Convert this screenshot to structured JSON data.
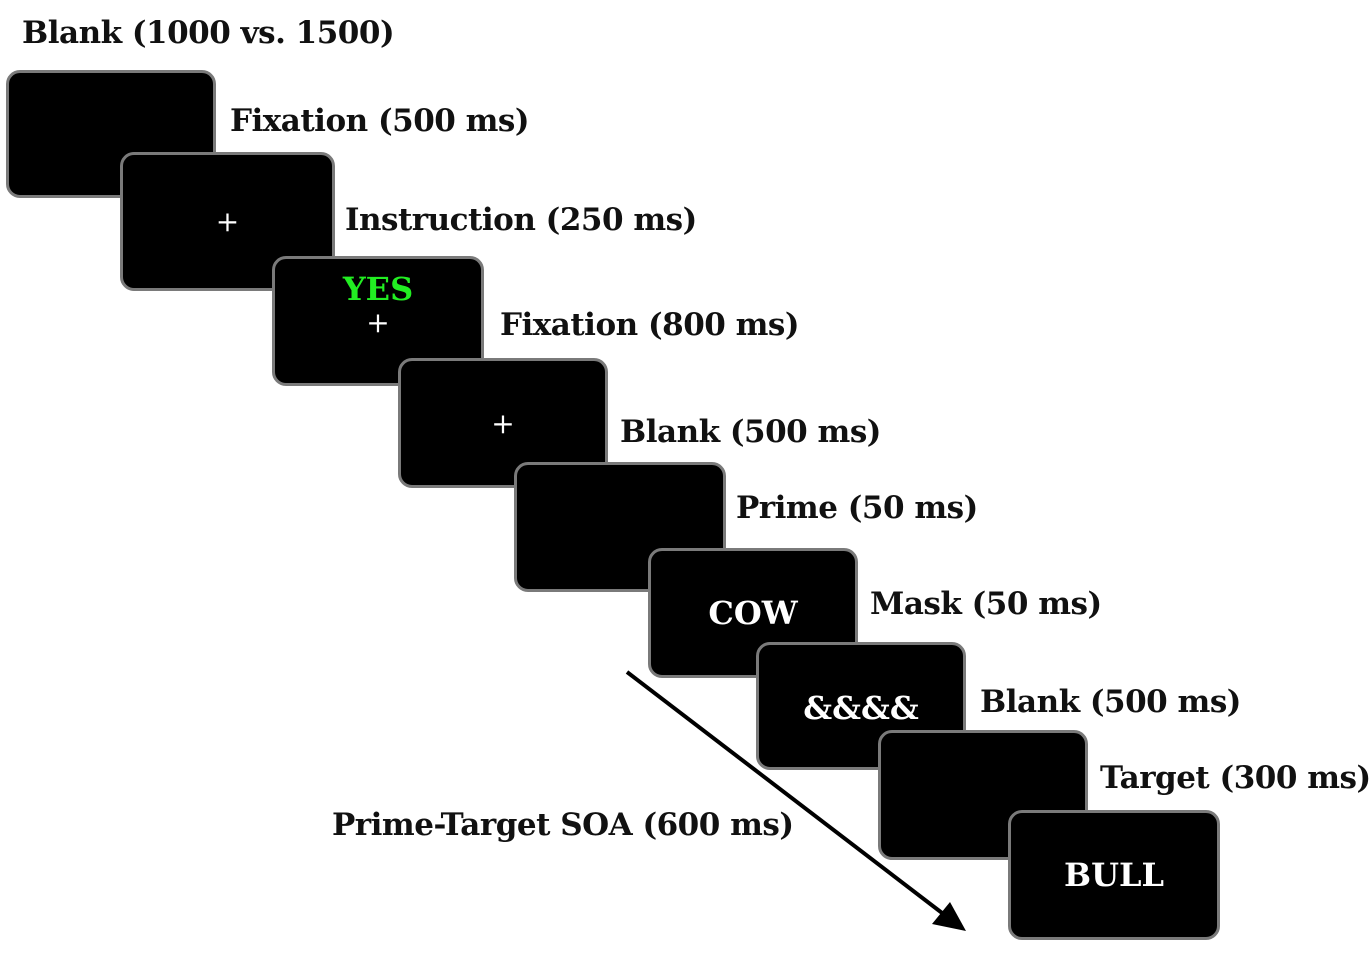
{
  "colors": {
    "screen_fill": "#000000",
    "screen_border": "#7a7a7a",
    "instruction_color": "#22ee22",
    "stimulus_color": "#ffffff",
    "label_color": "#111111"
  },
  "steps": [
    {
      "label": "Blank (1000 vs. 1500)",
      "stimulus": ""
    },
    {
      "label": "Fixation (500 ms)",
      "stimulus": "+"
    },
    {
      "label": "Instruction (250 ms)",
      "instruction": "YES",
      "stimulus": "+"
    },
    {
      "label": "Fixation (800 ms)",
      "stimulus": "+"
    },
    {
      "label": "Blank (500 ms)",
      "stimulus": ""
    },
    {
      "label": "Prime (50 ms)",
      "stimulus": "COW"
    },
    {
      "label": "Mask (50 ms)",
      "stimulus": "&&&&"
    },
    {
      "label": "Blank (500 ms)",
      "stimulus": ""
    },
    {
      "label": "Target (300 ms)",
      "stimulus": "BULL"
    }
  ],
  "soa": {
    "label": "Prime-Target SOA (600 ms)"
  }
}
